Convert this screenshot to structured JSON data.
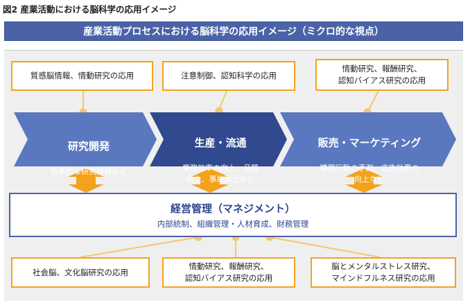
{
  "caption": "図2 産業活動における脳科学の応用イメージ",
  "banner": "産業活動プロセスにおける脳科学の応用イメージ（ミクロ的な視点）",
  "top_boxes": [
    "質感脳情報、情動研究の応用",
    "注意制御、認知科学の応用",
    "情動研究、報酬研究、\n認知バイアス研究の応用"
  ],
  "stages": [
    {
      "title": "研究開発",
      "desc": "効率的な研究開発など"
    },
    {
      "title": "生産・流通",
      "desc": "業務効率の向上、品質\n向上、事故防止など"
    },
    {
      "title": "販売・マーケティング",
      "desc": "購買行動の予測、広告効果の\n向上など"
    }
  ],
  "management": {
    "title": "経営管理（マネジメント）",
    "sub": "内部統制、組織管理・人材育成、財務管理"
  },
  "bottom_boxes": [
    "社会脳、文化脳研究の応用",
    "情動研究、報酬研究、\n認知バイアス研究の応用",
    "脳とメンタルストレス研究、\nマインドフルネス研究の応用"
  ],
  "colors": {
    "banner": "#4a62a6",
    "arrow_light": "#5a78bf",
    "arrow_dark": "#30498f",
    "accent_orange": "#f3a21b",
    "connector": "#f7c56b",
    "management_text": "#2e4590"
  }
}
